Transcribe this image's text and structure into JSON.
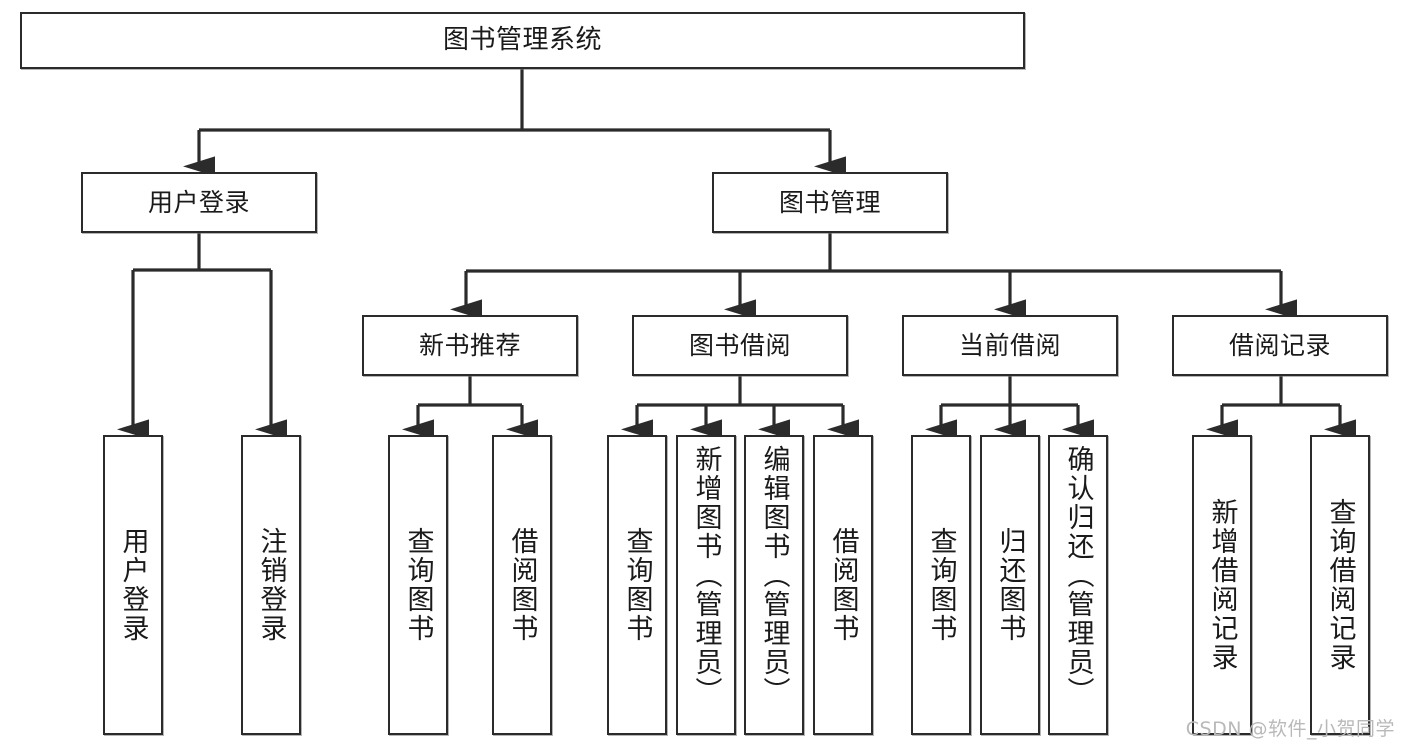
{
  "diagram": {
    "type": "tree",
    "title": "图书管理系统",
    "orientation": "top-down",
    "edge_color": "#2b2b2b",
    "node_border_color": "#2b2b2b",
    "node_fill_color": "#ffffff",
    "text_color": "#1a1a1a"
  },
  "watermark": {
    "text": "CSDN @软件_小贺同学",
    "color": "#b9b9b9"
  },
  "nodes": {
    "root": {
      "label": "图书管理系统",
      "level": 1
    },
    "user_login": {
      "label": "用户登录",
      "level": 2
    },
    "book_manage": {
      "label": "图书管理",
      "level": 2
    },
    "new_book_recommend": {
      "label": "新书推荐",
      "level": 3
    },
    "book_borrow": {
      "label": "图书借阅",
      "level": 3
    },
    "current_borrow": {
      "label": "当前借阅",
      "level": 3
    },
    "borrow_record": {
      "label": "借阅记录",
      "level": 3
    },
    "leaf_user_login": {
      "label": "用户登录",
      "level": 4
    },
    "leaf_logout": {
      "label": "注销登录",
      "level": 4
    },
    "leaf_query_book_1": {
      "label": "查询图书",
      "level": 4
    },
    "leaf_borrow_book_1": {
      "label": "借阅图书",
      "level": 4
    },
    "leaf_query_book_2": {
      "label": "查询图书",
      "level": 4
    },
    "leaf_add_book_admin": {
      "label": "新增图书（管理员）",
      "level": 4
    },
    "leaf_edit_book_admin": {
      "label": "编辑图书（管理员）",
      "level": 4
    },
    "leaf_borrow_book_2": {
      "label": "借阅图书",
      "level": 4
    },
    "leaf_query_book_3": {
      "label": "查询图书",
      "level": 4
    },
    "leaf_return_book": {
      "label": "归还图书",
      "level": 4
    },
    "leaf_confirm_return_admin": {
      "label": "确认归还（管理员）",
      "level": 4
    },
    "leaf_add_borrow_record": {
      "label": "新增借阅记录",
      "level": 4
    },
    "leaf_query_borrow_record": {
      "label": "查询借阅记录",
      "level": 4
    }
  },
  "edges": [
    {
      "from": "root",
      "to": "user_login"
    },
    {
      "from": "root",
      "to": "book_manage"
    },
    {
      "from": "user_login",
      "to": "leaf_user_login"
    },
    {
      "from": "user_login",
      "to": "leaf_logout"
    },
    {
      "from": "book_manage",
      "to": "new_book_recommend"
    },
    {
      "from": "book_manage",
      "to": "book_borrow"
    },
    {
      "from": "book_manage",
      "to": "current_borrow"
    },
    {
      "from": "book_manage",
      "to": "borrow_record"
    },
    {
      "from": "new_book_recommend",
      "to": "leaf_query_book_1"
    },
    {
      "from": "new_book_recommend",
      "to": "leaf_borrow_book_1"
    },
    {
      "from": "book_borrow",
      "to": "leaf_query_book_2"
    },
    {
      "from": "book_borrow",
      "to": "leaf_add_book_admin"
    },
    {
      "from": "book_borrow",
      "to": "leaf_edit_book_admin"
    },
    {
      "from": "book_borrow",
      "to": "leaf_borrow_book_2"
    },
    {
      "from": "current_borrow",
      "to": "leaf_query_book_3"
    },
    {
      "from": "current_borrow",
      "to": "leaf_return_book"
    },
    {
      "from": "current_borrow",
      "to": "leaf_confirm_return_admin"
    },
    {
      "from": "borrow_record",
      "to": "leaf_add_borrow_record"
    },
    {
      "from": "borrow_record",
      "to": "leaf_query_borrow_record"
    }
  ]
}
